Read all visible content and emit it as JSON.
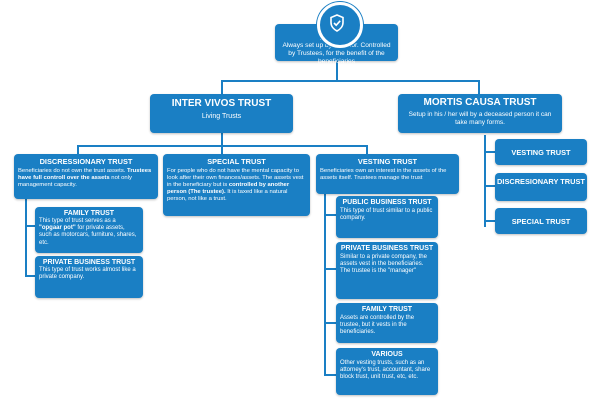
{
  "trusts": {
    "title": "TRUSTS",
    "text": "Always set up by a settlor. Controlled by Trustees, for the benefit of the beneficiaries",
    "icon": "shield-check-icon"
  },
  "inter_vivos": {
    "title": "INTER VIVOS TRUST",
    "subtitle": "Living Trusts"
  },
  "mortis_causa": {
    "title": "MORTIS CAUSA TRUST",
    "text": "Setup in his / her will by a deceased person it can take many forms.",
    "items": [
      "VESTING TRUST",
      "DISCRESIONARY TRUST",
      "SPECIAL TRUST"
    ]
  },
  "discretionary": {
    "title": "DISCRESSIONARY TRUST",
    "text_a": "Beneficiaries do not own the trust assets. ",
    "text_bold": "Trustees have full controll over the assets",
    "text_b": " not only management capacity."
  },
  "special": {
    "title": "SPECIAL TRUST",
    "text_a": "For people who do not have the mental capacity to look after their own finances/assets. The assets vest in the beneficiary but is ",
    "text_bold": "controlled by another person (The trustee).",
    "text_b": " It is taxed like a natural person, not like a trust."
  },
  "vesting": {
    "title": "VESTING TRUST",
    "text": "Beneficiaries own an interest in the assets of the assets itself. Trustees manage the trust"
  },
  "family_1": {
    "title": "FAMILY TRUST",
    "text_a": "This type of trust serves as a ",
    "text_bold": "\"opgaar pot\"",
    "text_b": " for private assets, such as motorcars, furniture, shares, etc."
  },
  "private_1": {
    "title": "PRIVATE BUSINESS TRUST",
    "text": "This type of trust works almost like a private company."
  },
  "public_business": {
    "title": "PUBLIC BUSINESS TRUST",
    "text": "This type of trust similar to a public company."
  },
  "private_2": {
    "title": "PRIVATE BUSINESS TRUST",
    "text": "Similar to a private company, the assets vest in the beneficiaries. The trustee is the \"manager\""
  },
  "family_2": {
    "title": "FAMILY TRUST",
    "text": "Assets are controlled by the trustee, but it vests in the beneficiaries."
  },
  "various": {
    "title": "VARIOUS",
    "text": "Other vesting trusts, such as an attorney's trust, accountant, share block trust, unit trust, etc, etc."
  },
  "colors": {
    "box": "#1a7fc4",
    "text": "#ffffff",
    "background": "#ffffff"
  }
}
